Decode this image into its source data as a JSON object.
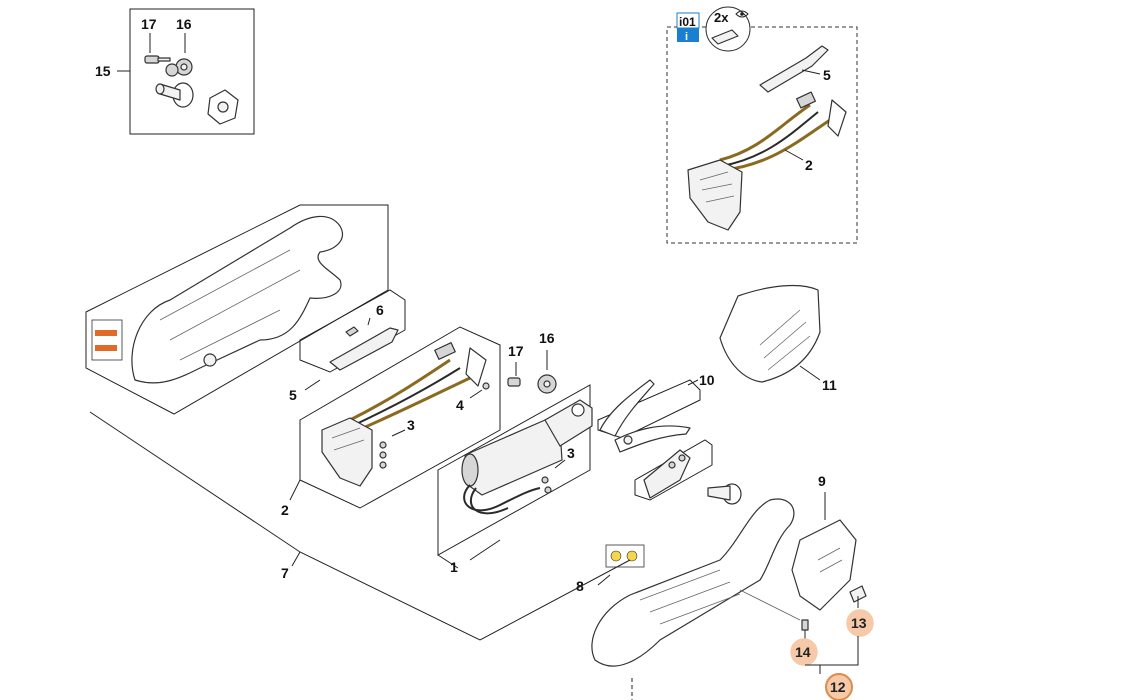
{
  "callouts": {
    "c1": "1",
    "c2": "2",
    "c2_inset": "2",
    "c3a": "3",
    "c3b": "3",
    "c4": "4",
    "c5": "5",
    "c5_inset": "5",
    "c6": "6",
    "c7": "7",
    "c8": "8",
    "c9": "9",
    "c10": "10",
    "c11": "11",
    "c12": "12",
    "c13": "13",
    "c14": "14",
    "c15": "15",
    "c16a": "16",
    "c16b": "16",
    "c17a": "17",
    "c17b": "17"
  },
  "inset": {
    "info_code": "i01",
    "info_icon": "i",
    "multiplier": "2x"
  },
  "colors": {
    "highlight_fill": "#f6c9a8",
    "highlight_stroke": "#e08a4a",
    "info_blue": "#1a7fd0"
  }
}
